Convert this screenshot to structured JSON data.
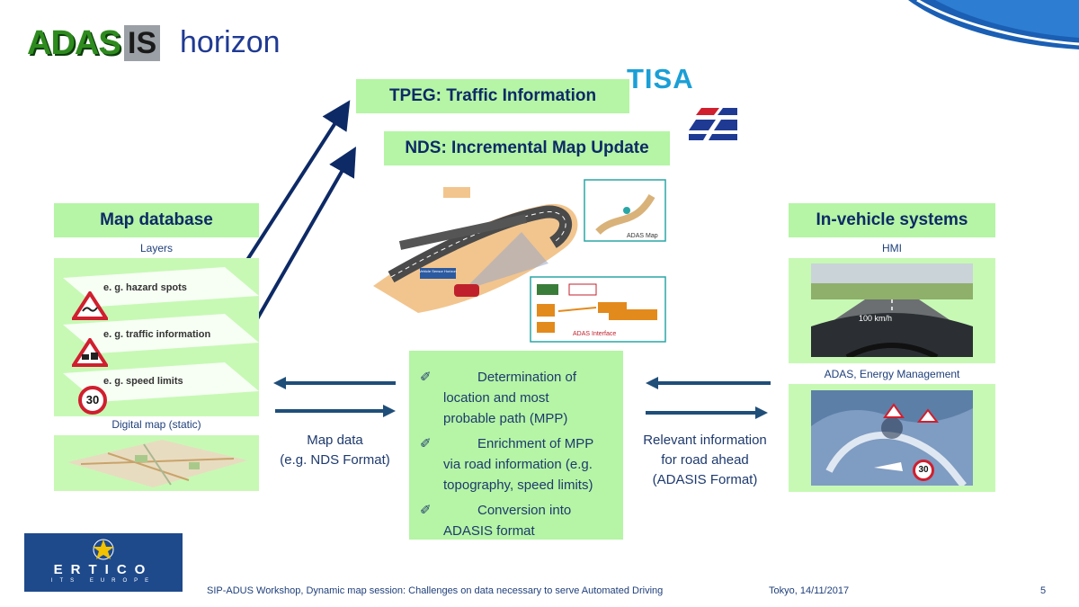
{
  "header": {
    "logo_text_main": "ADAS",
    "logo_text_suffix": "IS",
    "title": "horizon"
  },
  "top_boxes": {
    "tpeg": "TPEG: Traffic Information",
    "nds": "NDS: Incremental Map Update",
    "tisa_logo": "TISA"
  },
  "map_database": {
    "title": "Map database",
    "layers_label": "Layers",
    "layers": [
      {
        "label": "e. g. hazard spots",
        "sign": "hazard-sign"
      },
      {
        "label": "e. g. traffic information",
        "sign": "traffic-sign"
      },
      {
        "label": "e. g. speed limits",
        "sign_text": "30"
      }
    ],
    "digital_map_label": "Digital map (static)"
  },
  "left_arrow_label": {
    "line1": "Map data",
    "line2": "(e.g. NDS Format)"
  },
  "center_box": {
    "items": [
      {
        "bullet": "✐",
        "lines": [
          "Determination of",
          "location and most",
          "probable path (MPP)"
        ]
      },
      {
        "bullet": "✐",
        "lines": [
          "Enrichment of MPP",
          "via road information (e.g.",
          "topography, speed limits)"
        ]
      },
      {
        "bullet": "✐",
        "lines": [
          "Conversion into",
          "ADASIS format"
        ]
      }
    ]
  },
  "right_arrow_label": {
    "line1": "Relevant information",
    "line2": "for road ahead",
    "line3": "(ADASIS Format)"
  },
  "in_vehicle": {
    "title": "In-vehicle systems",
    "hmi_label": "HMI",
    "hmi_speed_text": "100 km/h",
    "adas_label": "ADAS, Energy Management",
    "adas_speed_sign": "30"
  },
  "diagram_image": {
    "adas_map_label": "ADAS Map",
    "adas_interface_label": "ADAS Interface",
    "vehicle_sensor_label": "Vehicle Sensor Horizon"
  },
  "footer": {
    "logo_text": "ERTICO",
    "logo_subtext": "ITS EUROPE",
    "event": "SIP-ADUS Workshop, Dynamic map session: Challenges on data necessary to serve Automated  Driving",
    "date": "Tokyo, 14/11/2017",
    "page": "5"
  },
  "colors": {
    "green_box": "#b5f5a5",
    "arrow_dark": "#0d2a66",
    "arrow_blue": "#1f4e79",
    "title_blue": "#1f3864"
  }
}
